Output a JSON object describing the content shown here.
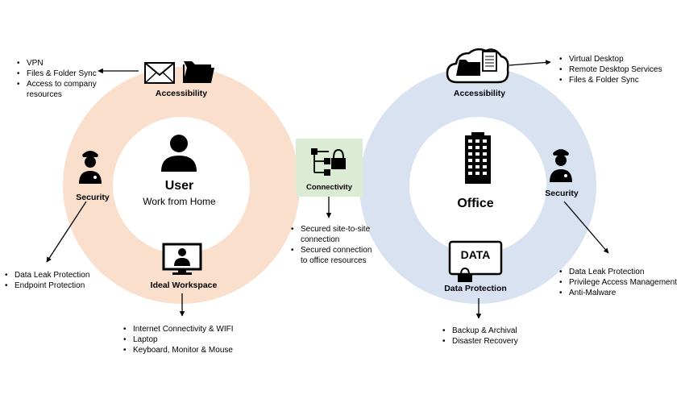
{
  "colors": {
    "left_ring": "#f9dfcc",
    "right_ring": "#d9e2f1",
    "connector": "#dcecd4",
    "icon": "#000000"
  },
  "left": {
    "top": {
      "label": "Accessibility",
      "icons": [
        "envelope-icon",
        "folder-icon"
      ],
      "items": [
        "VPN",
        "Files & Folder Sync",
        "Access to company",
        "resources"
      ]
    },
    "center": {
      "title": "User",
      "subtitle": "Work from Home",
      "icon": "person-icon"
    },
    "security": {
      "label": "Security",
      "icon": "security-guard-icon",
      "items": [
        "Data Leak Protection",
        "Endpoint Protection"
      ]
    },
    "workspace": {
      "label": "Ideal Workspace",
      "icon": "monitor-user-icon",
      "items": [
        "Internet Connectivity & WIFI",
        "Laptop",
        "Keyboard, Monitor & Mouse"
      ]
    }
  },
  "connectivity": {
    "label": "Connectivity",
    "icon": "network-lock-icon",
    "items": [
      "Secured site-to-site",
      "connection",
      "Secured connection",
      "to office resources"
    ]
  },
  "right": {
    "top": {
      "label": "Accessibility",
      "icon": "cloud-folder-icon",
      "items": [
        "Virtual Desktop",
        "Remote Desktop Services",
        "Files & Folder Sync"
      ]
    },
    "center": {
      "title": "Office",
      "icon": "office-building-icon"
    },
    "security": {
      "label": "Security",
      "icon": "security-guard-icon",
      "items": [
        "Data Leak Protection",
        "Privilege Access Management",
        "Anti-Malware"
      ]
    },
    "data_protection": {
      "label": "Data Protection",
      "badge": "DATA",
      "icon": "data-lock-icon",
      "items": [
        "Backup & Archival",
        "Disaster Recovery"
      ]
    }
  }
}
